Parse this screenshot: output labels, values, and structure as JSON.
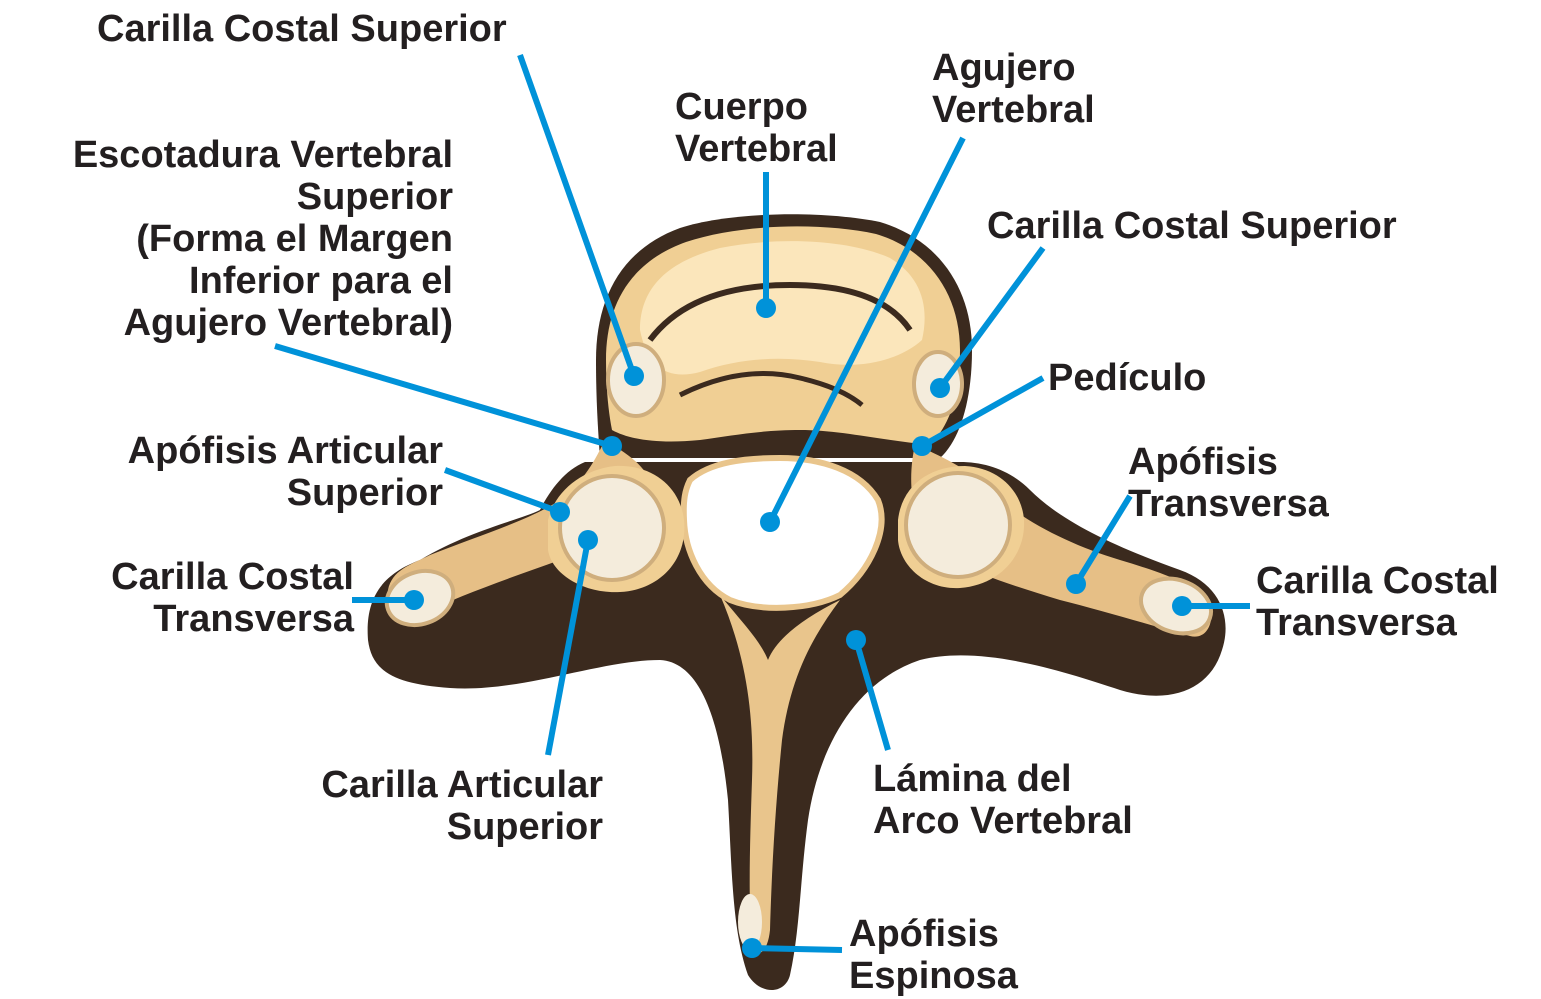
{
  "colors": {
    "leader": "#0092d9",
    "outline": "#3b2a1e",
    "bone_light": "#fbe6bb",
    "bone_mid": "#f0cf94",
    "bone_shade": "#d9b077",
    "facet": "#f4ecdc",
    "text": "#231f20"
  },
  "labels": {
    "costal_sup_left": [
      "Carilla Costal Superior"
    ],
    "cuerpo": [
      "Cuerpo",
      "Vertebral"
    ],
    "agujero": [
      "Agujero",
      "Vertebral"
    ],
    "escotadura": [
      "Escotadura Vertebral",
      "Superior",
      "(Forma el Margen",
      "Inferior para el",
      "Agujero Vertebral)"
    ],
    "costal_sup_right": [
      "Carilla Costal Superior"
    ],
    "pediculo": [
      "Pedículo"
    ],
    "apofisis_art_sup": [
      "Apófisis Articular",
      "Superior"
    ],
    "apofisis_trans": [
      "Apófisis",
      "Transversa"
    ],
    "costal_trans_left": [
      "Carilla Costal",
      "Transversa"
    ],
    "costal_trans_right": [
      "Carilla Costal",
      "Transversa"
    ],
    "carilla_art_sup": [
      "Carilla Articular",
      "Superior"
    ],
    "lamina": [
      "Lámina del",
      "Arco Vertebral"
    ],
    "espinosa": [
      "Apófisis",
      "Espinosa"
    ]
  }
}
